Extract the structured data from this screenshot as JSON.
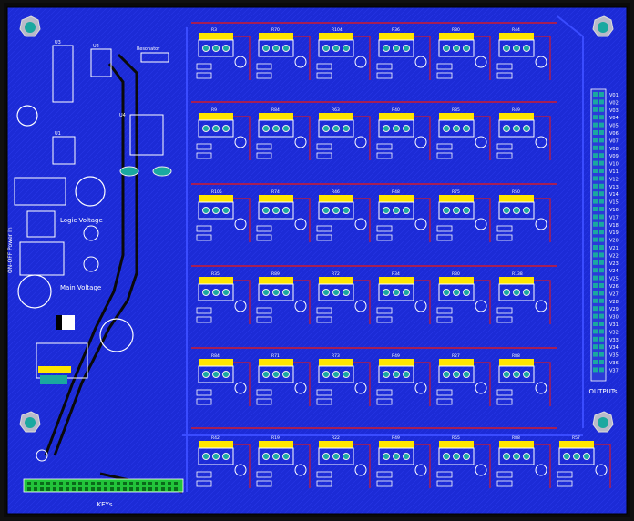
{
  "board": {
    "colors": {
      "background": "#0a0a0a",
      "fill": "#1c2bd6",
      "trace_light": "#3a4cff",
      "trace_red": "#d21a2a",
      "pad": "#eaeaea",
      "silk": "#ffffff",
      "silk_yellow": "#ffe600",
      "header_green": "#22c43a",
      "mount_hole": "#1aa8a0"
    },
    "labels": {
      "outputs": "OUTPUTs",
      "keys": "KEYs",
      "logic_voltage": "Logic Voltage",
      "main_voltage": "Main Voltage",
      "power_in": "ON-OFF  Power In",
      "resonator": "Resonator",
      "u1": "U1",
      "u2": "U2",
      "u3": "U3",
      "u4": "U4"
    },
    "output_pins": [
      "V01",
      "V02",
      "V03",
      "V04",
      "V05",
      "V06",
      "V07",
      "V08",
      "V09",
      "V10",
      "V11",
      "V12",
      "V13",
      "V14",
      "V15",
      "V16",
      "V17",
      "V18",
      "V19",
      "V20",
      "V21",
      "V22",
      "V23",
      "V24",
      "V25",
      "V26",
      "V27",
      "V28",
      "V29",
      "V30",
      "V31",
      "V32",
      "V33",
      "V34",
      "V35",
      "V36",
      "V37"
    ],
    "channel_labels": [
      [
        "R3",
        "R70",
        "R104",
        "R36",
        "R80",
        "R44"
      ],
      [
        "R9",
        "R84",
        "R63",
        "R40",
        "R85",
        "R49"
      ],
      [
        "R105",
        "R74",
        "R46",
        "R48",
        "R75",
        "R50"
      ],
      [
        "R35",
        "R89",
        "R72",
        "R34",
        "R30",
        "R138"
      ],
      [
        "R84",
        "R71",
        "R73",
        "R49",
        "R27",
        "R88"
      ],
      [
        "R42",
        "R19",
        "R22",
        "R49",
        "R55",
        "R88",
        "R57"
      ]
    ]
  }
}
